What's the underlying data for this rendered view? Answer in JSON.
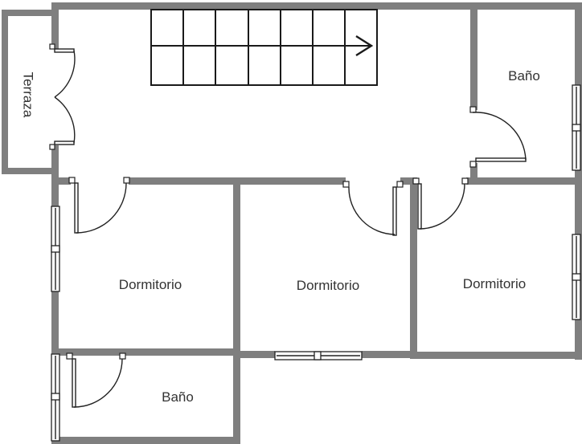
{
  "rooms": {
    "terraza": "Terraza",
    "bano_top": "Baño",
    "dormitorio_1": "Dormitorio",
    "dormitorio_2": "Dormitorio",
    "dormitorio_3": "Dormitorio",
    "bano_bottom": "Baño"
  },
  "colors": {
    "wall": "#7f7f7f",
    "line": "#222222",
    "label": "#333333",
    "background": "#ffffff"
  },
  "icons": {
    "stair_arrow": "arrow-right-icon"
  }
}
